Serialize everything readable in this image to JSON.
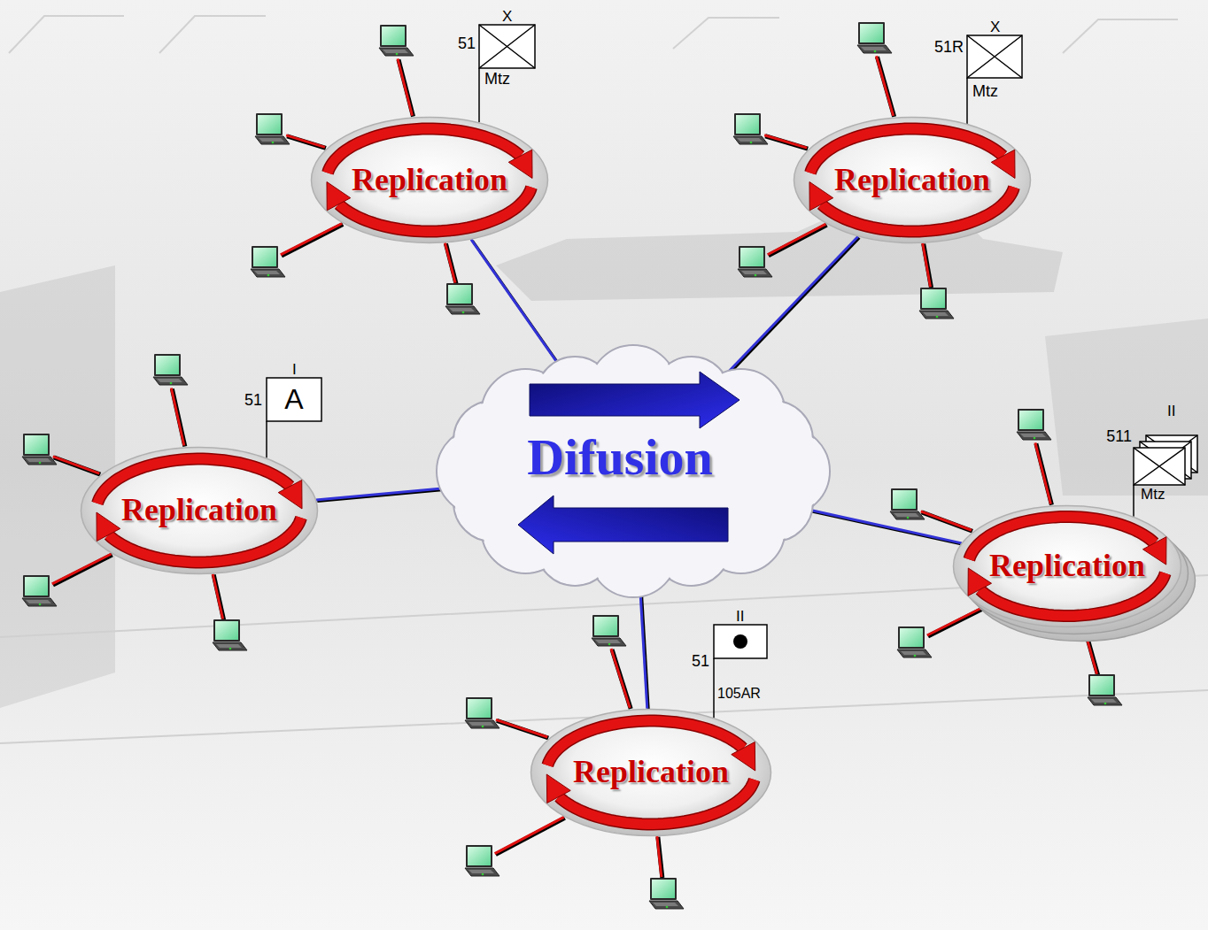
{
  "diagram": {
    "nodes": [
      {
        "text": [
          "X",
          "51",
          "Mtz"
        ]
      },
      {
        "text": [
          "Replication"
        ]
      },
      {
        "text": [
          "X",
          "51R",
          "Mtz"
        ]
      },
      {
        "text": [
          "Replication"
        ]
      },
      {
        "text": [
          "I",
          "51",
          "A"
        ]
      },
      {
        "text": [
          "Replication"
        ]
      },
      {
        "text": [
          "Difusion"
        ]
      },
      {
        "text": [
          "II",
          "511",
          "Mtz"
        ]
      },
      {
        "text": [
          "Replication"
        ]
      },
      {
        "text": [
          "II",
          "51",
          "105AR"
        ]
      },
      {
        "text": [
          "Replication"
        ]
      }
    ],
    "edges": [
      {
        "from": 1,
        "to": 6,
        "arrow": "none"
      },
      {
        "from": 3,
        "to": 6,
        "arrow": "none"
      },
      {
        "from": 5,
        "to": 6,
        "arrow": "none"
      },
      {
        "from": 8,
        "to": 6,
        "arrow": "none"
      },
      {
        "from": 10,
        "to": 6,
        "arrow": "none"
      },
      {
        "from": 0,
        "to": 1,
        "arrow": "none"
      },
      {
        "from": 2,
        "to": 3,
        "arrow": "none"
      },
      {
        "from": 4,
        "to": 5,
        "arrow": "none"
      },
      {
        "from": 7,
        "to": 8,
        "arrow": "none"
      },
      {
        "from": 9,
        "to": 10,
        "arrow": "none"
      }
    ]
  }
}
